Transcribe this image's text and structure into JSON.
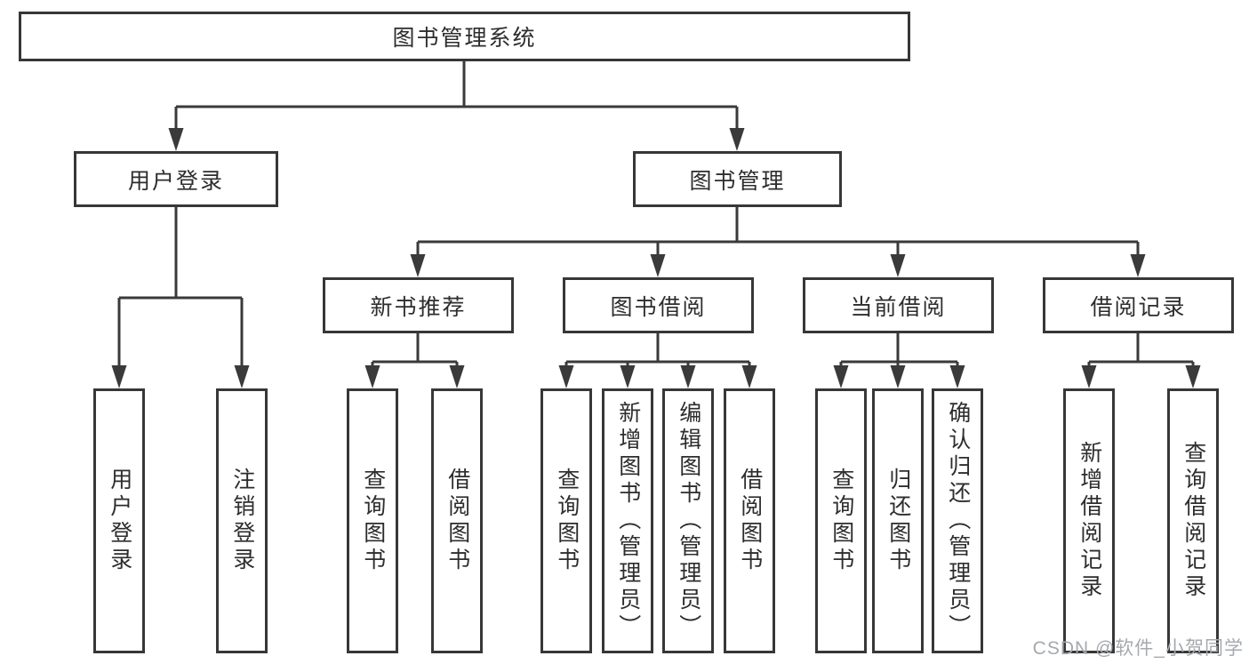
{
  "diagram": {
    "type": "functional-structure-tree",
    "colors": {
      "line": "#3a3a3a",
      "border": "#373737",
      "text": "#2d2d2d",
      "watermark_text": "#a6a9ad",
      "background": "#ffffff"
    }
  },
  "tree": {
    "label": "图书管理系统",
    "children": [
      {
        "label": "用户登录",
        "children": [
          {
            "label": "用户登录"
          },
          {
            "label": "注销登录"
          }
        ]
      },
      {
        "label": "图书管理",
        "children": [
          {
            "label": "新书推荐",
            "children": [
              {
                "label": "查询图书"
              },
              {
                "label": "借阅图书"
              }
            ]
          },
          {
            "label": "图书借阅",
            "children": [
              {
                "label": "查询图书"
              },
              {
                "label": "新增图书（管理员）"
              },
              {
                "label": "编辑图书（管理员）"
              },
              {
                "label": "借阅图书"
              }
            ]
          },
          {
            "label": "当前借阅",
            "children": [
              {
                "label": "查询图书"
              },
              {
                "label": "归还图书"
              },
              {
                "label": "确认归还（管理员）"
              }
            ]
          },
          {
            "label": "借阅记录",
            "children": [
              {
                "label": "新增借阅记录"
              },
              {
                "label": "查询借阅记录"
              }
            ]
          }
        ]
      }
    ]
  },
  "watermark": {
    "text": "CSDN @软件_小贺同学"
  }
}
